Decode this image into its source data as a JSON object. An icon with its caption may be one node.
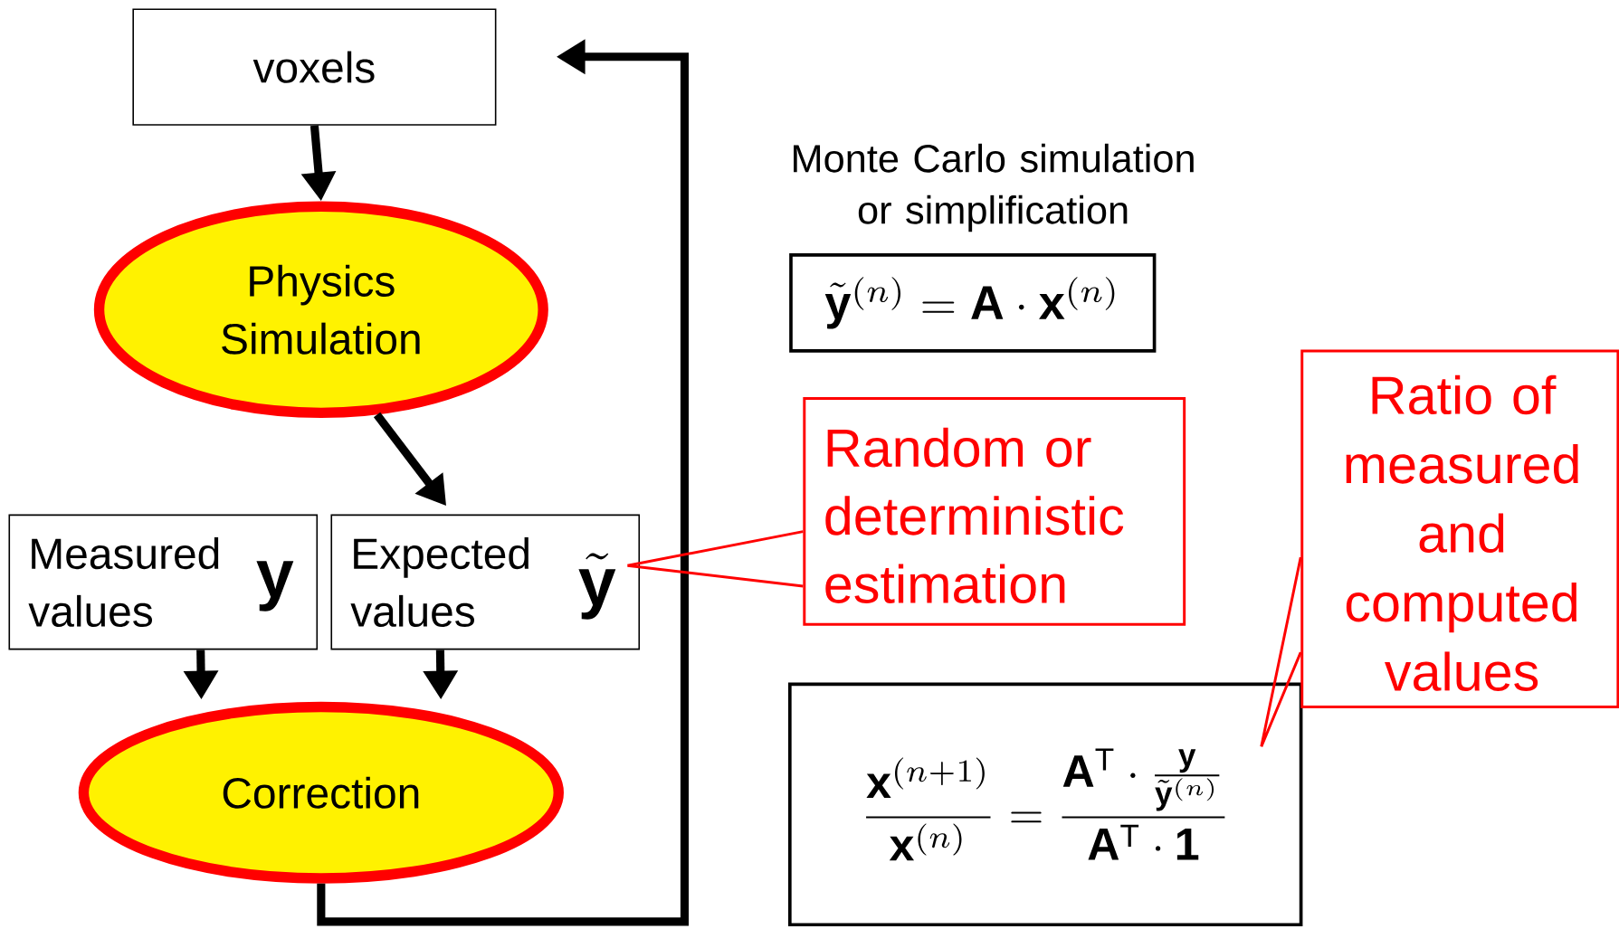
{
  "diagram": {
    "nodes": [
      {
        "text": [
          "voxels"
        ]
      },
      {
        "text": [
          "Physics Simulation"
        ]
      },
      {
        "text": [
          "Measured values",
          "\\mathbf{y}"
        ]
      },
      {
        "text": [
          "Expected values",
          "\\tilde{\\mathbf{y}}"
        ]
      },
      {
        "text": [
          "Correction"
        ]
      },
      {
        "text": [
          "Monte Carlo simulation or simplification",
          "\\tilde{\\mathbf{y}}^{(n)} = \\mathbf{A}\\cdot\\mathbf{x}^{(n)}"
        ]
      },
      {
        "text": [
          "Random or deterministic estimation"
        ]
      },
      {
        "text": [
          "\\frac{\\mathbf{x}^{(n+1)}}{\\mathbf{x}^{(n)}} = \\frac{\\mathbf{A}^{\\mathrm{T}}\\cdot\\frac{\\mathbf{y}}{\\tilde{\\mathbf{y}}^{(n)}}}{\\mathbf{A}^{\\mathrm{T}}\\cdot\\mathbf{1}}"
        ]
      },
      {
        "text": [
          "Ratio of measured and computed values"
        ]
      }
    ],
    "edges": [
      {
        "from": 0,
        "to": 1,
        "arrow": "to"
      },
      {
        "from": 1,
        "to": 3,
        "arrow": "to"
      },
      {
        "from": 2,
        "to": 4,
        "arrow": "to"
      },
      {
        "from": 3,
        "to": 4,
        "arrow": "to"
      },
      {
        "from": 4,
        "to": 0,
        "arrow": "to"
      },
      {
        "from": 6,
        "to": 3,
        "arrow": "none",
        "color": "#ff0000"
      },
      {
        "from": 8,
        "to": 7,
        "arrow": "none",
        "color": "#ff0000"
      }
    ]
  }
}
